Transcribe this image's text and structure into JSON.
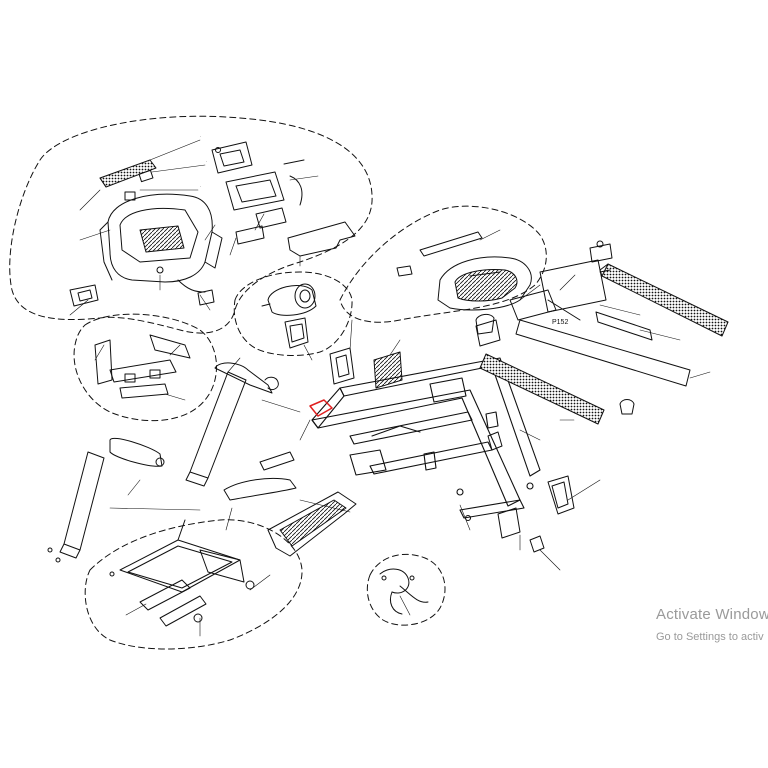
{
  "diagram": {
    "part_labels": [
      "P152"
    ],
    "highlight_color": "#e02020",
    "line_color": "#111111"
  },
  "watermark": {
    "title": "Activate Window",
    "subtitle": "Go to Settings to activ"
  }
}
